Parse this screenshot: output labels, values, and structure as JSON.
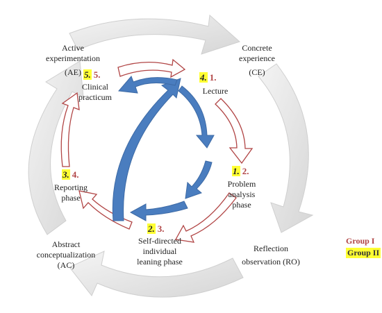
{
  "nodes": {
    "ae": {
      "line1": "Active",
      "line2": "experimentation",
      "line3": "(AE)"
    },
    "ce": {
      "line1": "Concrete",
      "line2": "experience",
      "line3": "(CE)"
    },
    "ac": {
      "line1": "Abstract",
      "line2": "conceptualization",
      "line3": "(AC)"
    },
    "ro": {
      "line1": "Reflection",
      "line2": "observation (RO)"
    },
    "lecture": {
      "label": "Lecture",
      "g2": "4.",
      "g1": "1."
    },
    "clinical": {
      "line1": "Clinical",
      "line2": "practicum",
      "g2": "5.",
      "g1": "5."
    },
    "problem": {
      "line1": "Problem",
      "line2": "analysis",
      "line3": "phase",
      "g2": "1.",
      "g1": "2."
    },
    "selfdir": {
      "line1": "Self-directed",
      "line2": "individual",
      "line3": "leaning phase",
      "g2": "2.",
      "g1": "3."
    },
    "reporting": {
      "line1": "Reporting",
      "line2": "phase",
      "g2": "3.",
      "g1": "4."
    }
  },
  "legend": {
    "group1": "Group I",
    "group2": "Group II"
  },
  "colors": {
    "gray_arrow": "#e3e3e3",
    "red_outline": "#b14545",
    "blue_arrow": "#4a7dbf",
    "highlight": "#ffff33"
  }
}
